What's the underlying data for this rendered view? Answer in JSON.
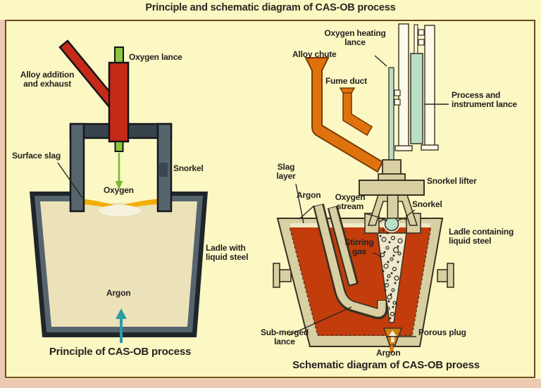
{
  "title": "Principle and schematic diagram of CAS-OB process",
  "left_diagram": {
    "caption": "Principle of CAS-OB process",
    "labels": {
      "oxygen_lance": "Oxygen lance",
      "alloy_addition_line1": "Alloy addition",
      "alloy_addition_line2": "and exhaust",
      "surface_slag": "Surface slag",
      "snorkel": "Snorkel",
      "oxygen": "Oxygen",
      "ladle_line1": "Ladle with",
      "ladle_line2": "liquid steel",
      "argon": "Argon"
    }
  },
  "right_diagram": {
    "caption": "Schematic diagram of CAS-OB proess",
    "labels": {
      "oxygen_heating_line1": "Oxygen heating",
      "oxygen_heating_line2": "lance",
      "alloy_chute": "Alloy chute",
      "fume_duct": "Fume duct",
      "process_line1": "Process and",
      "process_line2": "instrument lance",
      "snorkel_lifter": "Snorkel lifter",
      "slag_line1": "Slag",
      "slag_line2": "layer",
      "argon_top": "Argon",
      "oxygen_stream_line1": "Oxygen",
      "oxygen_stream_line2": "stream",
      "snorkel": "Snorkel",
      "ladle_line1": "Ladle containing",
      "ladle_line2": "liquid steel",
      "stirring_line1": "Stirring",
      "stirring_line2": "gas",
      "submerged_line1": "Sub-merged",
      "submerged_line2": "lance",
      "porous_plug": "Porous plug",
      "argon_bottom": "Argon"
    }
  },
  "colors": {
    "background": "#fbf8c4",
    "edge_pink": "#eec9b2",
    "border_brown": "#6b4c1a",
    "label_text": "#262220",
    "red_lance": "#c52a18",
    "snorkel_gray": "#56646e",
    "ladle_dark": "#1f2529",
    "liquid_cream": "#ece2ba",
    "slag_gold": "#f2ae00",
    "oxygen_green": "#7cb82f",
    "argon_teal": "#2e9aa6",
    "duct_orange": "#e0720e",
    "structure_tan": "#d8cfa2",
    "steel_red": "#c23c0c",
    "mint_green": "#b9dfc7",
    "pale_lance": "#fdfbe8",
    "bubble_cream": "#efe9cc"
  }
}
